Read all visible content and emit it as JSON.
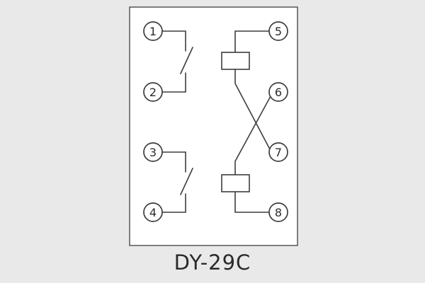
{
  "diagram": {
    "title": "DY-29C",
    "type": "relay-terminal-wiring-diagram",
    "terminals": [
      {
        "label": "1"
      },
      {
        "label": "2"
      },
      {
        "label": "3"
      },
      {
        "label": "4"
      },
      {
        "label": "5"
      },
      {
        "label": "6"
      },
      {
        "label": "7"
      },
      {
        "label": "8"
      }
    ],
    "components": {
      "contacts": [
        "switch-contact-1-2",
        "switch-contact-3-4"
      ],
      "coils": [
        "coil-5-side",
        "coil-8-side"
      ],
      "crossover": "lines between terminals 6 and 7 cross"
    },
    "colors": {
      "background": "#e9e9e9",
      "box_fill": "#ffffff",
      "line": "#3d3d3d",
      "title": "#2b2b2b"
    }
  }
}
